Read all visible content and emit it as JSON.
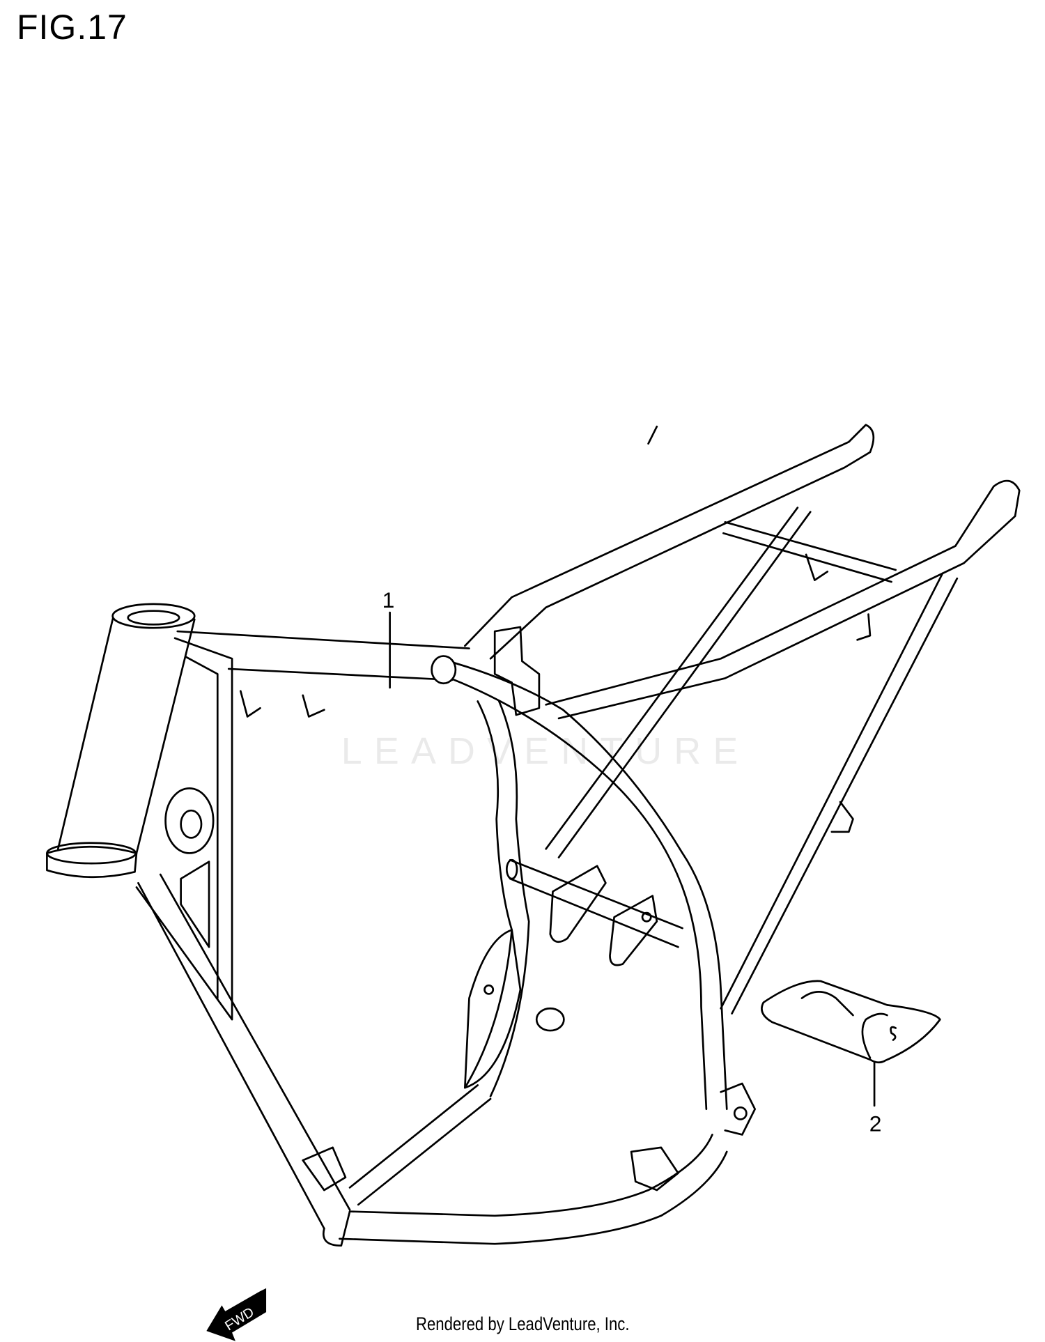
{
  "figure": {
    "title": "FIG.17",
    "callouts": [
      {
        "number": "1"
      },
      {
        "number": "2"
      }
    ],
    "direction_arrow": {
      "label": "FWD",
      "icon": "fwd-arrow-icon"
    },
    "watermark": "LEADVENTURE",
    "footer": "Rendered by LeadVenture, Inc."
  },
  "colors": {
    "line": "#000000",
    "background": "#ffffff"
  }
}
